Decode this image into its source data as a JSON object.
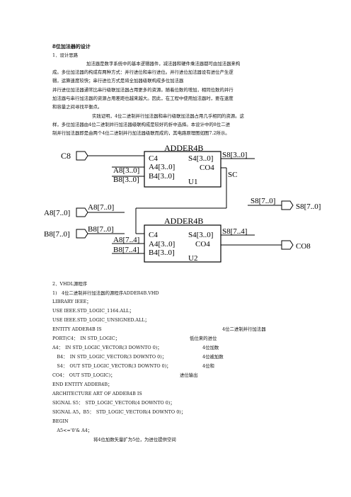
{
  "section1": {
    "title": "8位加法器的设计",
    "subtitle": "1．设计思路",
    "para1_line1": "加法器是数字系统中的基本逻辑器件，减法器和硬件乘法器都可由加法器来构",
    "para1_line2": "成。多位加法器的构成有两种方式：并行进位和串行进位。并行进位加法器设有进位产生逻",
    "para1_line3": "辑，运算速度较快；串行进位方式是将全加器级联构成多位加法器",
    "para2_line1": "并行进位加法器通常比串行级联加法器占用更多的资源。随着位数的增加，相同位数的并行",
    "para2_line2": "加法器与串行加法器的资源占用差距也越来越大。因此，在工程中使用加法器时，要在速度",
    "para2_line3": "和容量之间寻找平衡点。",
    "para3_line1": "实践证明，4位二进制并行加法器和串行级联加法器占用几乎相同的资源。这",
    "para3_line2": "样，多位加法器由4位二进制并行加法器级联构成是较好的折中选择。本设计中的8位二进",
    "para3_line3": "制并行加法器即是由两个4位二进制并行加法器级联而成的，其电路原理图如图7.2所示。"
  },
  "diagram": {
    "u1_title": "ADDER4B",
    "u2_title": "ADDER4B",
    "u1_pin_c4": "C4",
    "u1_pin_a4": "A4[3..0]",
    "u1_pin_b4": "B4[3..0]",
    "u1_pin_s4": "S4[3..0]",
    "u1_pin_co4": "CO4",
    "u1_name": "U1",
    "u2_pin_c4": "C4",
    "u2_pin_a4": "A4[3..0]",
    "u2_pin_b4": "B4[3..0]",
    "u2_pin_s4": "S4[3..0]",
    "u2_pin_co4": "CO4",
    "u2_name": "U2",
    "port_c8": "C8",
    "port_a8": "A8[7..0]",
    "port_b8": "B8[7..0]",
    "port_s8": "S8[7..0]",
    "port_co8": "CO8",
    "net_a8_low": "A8[3..0]",
    "net_b8_low": "B8[3..0]",
    "net_a8_bus": "A8[7..0]",
    "net_b8_bus": "B8[7..0]",
    "net_a8_high": "A8[7..4]",
    "net_b8_high": "B8[7..4]",
    "net_s8_low": "S8[3..0]",
    "net_s8_high": "S8[7..4]",
    "net_s8_bus": "S8[7..0]",
    "net_sc": "SC"
  },
  "section2": {
    "title": "2．VHDL源程序",
    "subtitle": "1)　4位二进制并行加法器的源程序ADDER4B.VHD",
    "code": [
      {
        "text": "LIBRARY IEEE；",
        "comment": ""
      },
      {
        "text": "USE IEEE.STD_LOGIC_1164.ALL；",
        "comment": ""
      },
      {
        "text": "USE IEEE.STD_LOGIC_UNSIGNED.ALL；",
        "comment": ""
      },
      {
        "text": "ENTITY ADDER4B IS",
        "comment": "4位二进制并行加法器"
      },
      {
        "text": "PORT(C4：　IN STD_LOGIC；",
        "comment": "低位来的进位"
      },
      {
        "text": "A4：　IN STD_LOGIC_VECTOR(3 DOWNTO 0)；",
        "comment": "4位加数"
      },
      {
        "text": "　B4：　IN STD_LOGIC_VECTOR(3 DOWNTO 0)；",
        "comment": "4位被加数"
      },
      {
        "text": "　S4：　OUT STD_LOGIC_VECTOR(3 DOWNTO 0)；",
        "comment": "4位和"
      },
      {
        "text": "CO4：　OUT STD_LOGIC)；",
        "comment": "进位输出"
      },
      {
        "text": "END ENTITY ADDER4B；",
        "comment": ""
      },
      {
        "text": "ARCHITECTURE ART OF ADDER4B IS",
        "comment": ""
      },
      {
        "text": "SIGNAL S5：　STD_LOGIC_VECTOR(4 DOWNTO 0)；",
        "comment": ""
      },
      {
        "text": "SIGNAL A5，B5：　STD_LOGIC_VECTOR(4 DOWNTO 0)；",
        "comment": ""
      },
      {
        "text": "BEGIN",
        "comment": ""
      },
      {
        "text": "　A5<='0'& A4；",
        "comment": ""
      },
      {
        "text": "",
        "comment": "将4位加数矢量扩为5位，为进位提供空间"
      }
    ]
  }
}
